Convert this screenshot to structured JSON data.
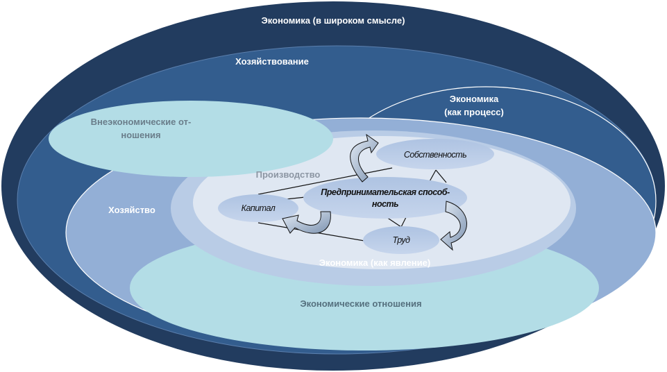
{
  "diagram": {
    "economy_broad": "Экономика (в широком смысле)",
    "economic_management": "Хозяйствование",
    "economy_process_line1": "Экономика",
    "economy_process_line2": "(как процесс)",
    "non_economic_line1": "Внеэкономические от-",
    "non_economic_line2": "ношения",
    "household": "Хозяйство",
    "production": "Производство",
    "property": "Собственность",
    "entrepreneurship_line1": "Предпринимательская способ-",
    "entrepreneurship_line2": "ность",
    "capital": "Капитал",
    "labor": "Труд",
    "economy_phenomenon": "Экономика (как явление)",
    "economic_relations": "Экономические отношения"
  },
  "colors": {
    "outer": "#223c5f",
    "management": "#335d8e",
    "household": "#93afd6",
    "phenomenon": "#b9cce6",
    "core": "#dfe7f2",
    "relations": "#b3dde6",
    "factor": "#b8cbe5"
  }
}
